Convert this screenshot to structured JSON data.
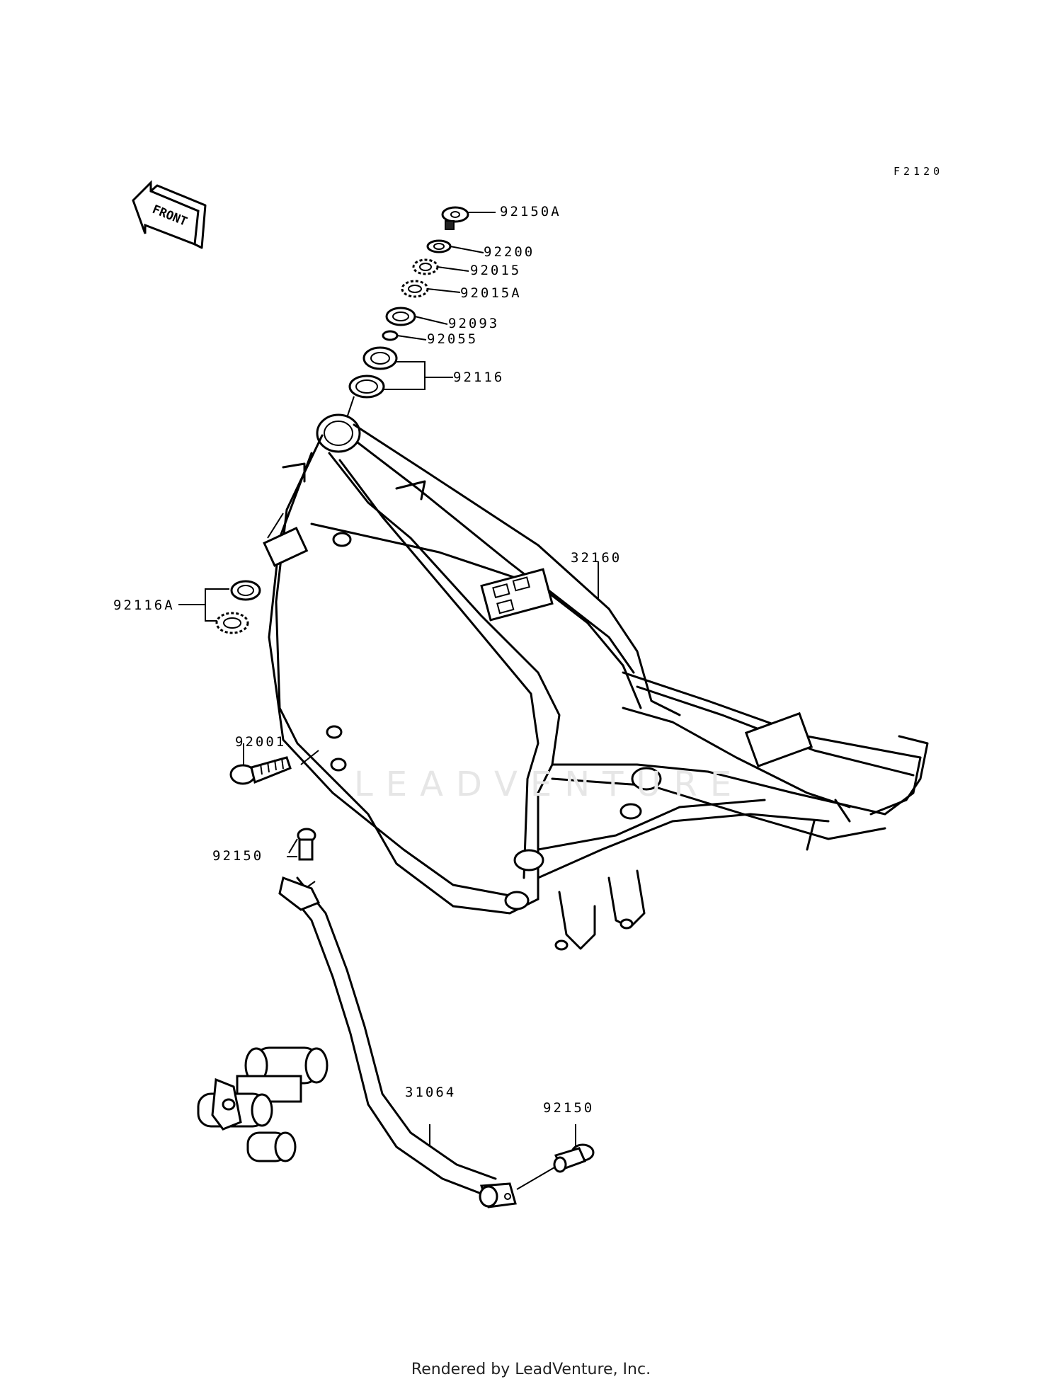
{
  "diagram_code": "F2120",
  "front_arrow": {
    "label": "FRONT",
    "icon": "front-arrow-icon"
  },
  "parts": [
    {
      "id": "92150A"
    },
    {
      "id": "92200"
    },
    {
      "id": "92015"
    },
    {
      "id": "92015A"
    },
    {
      "id": "92093"
    },
    {
      "id": "92055"
    },
    {
      "id": "92116"
    },
    {
      "id": "32160"
    },
    {
      "id": "92116A"
    },
    {
      "id": "92001"
    },
    {
      "id": "92150"
    },
    {
      "id": "31064"
    },
    {
      "id": "92150"
    }
  ],
  "watermark": "LEADVENTURE",
  "footer": "Rendered by LeadVenture, Inc."
}
